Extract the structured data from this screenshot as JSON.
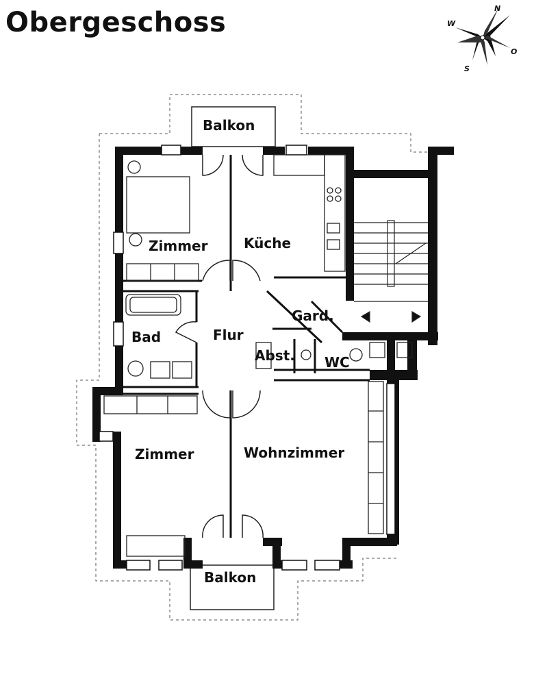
{
  "title": "Obergeschoss",
  "compass": {
    "n": "N",
    "w": "W",
    "o": "O",
    "s": "S"
  },
  "rooms": {
    "balkon_top": "Balkon",
    "zimmer_top": "Zimmer",
    "kueche": "Küche",
    "gard": "Gard.",
    "bad": "Bad",
    "flur": "Flur",
    "abst": "Abst.",
    "wc": "WC",
    "zimmer_bottom": "Zimmer",
    "wohnzimmer": "Wohnzimmer",
    "balkon_bottom": "Balkon"
  },
  "colors": {
    "wall": "#111111",
    "line": "#222222",
    "background": "#ffffff"
  }
}
